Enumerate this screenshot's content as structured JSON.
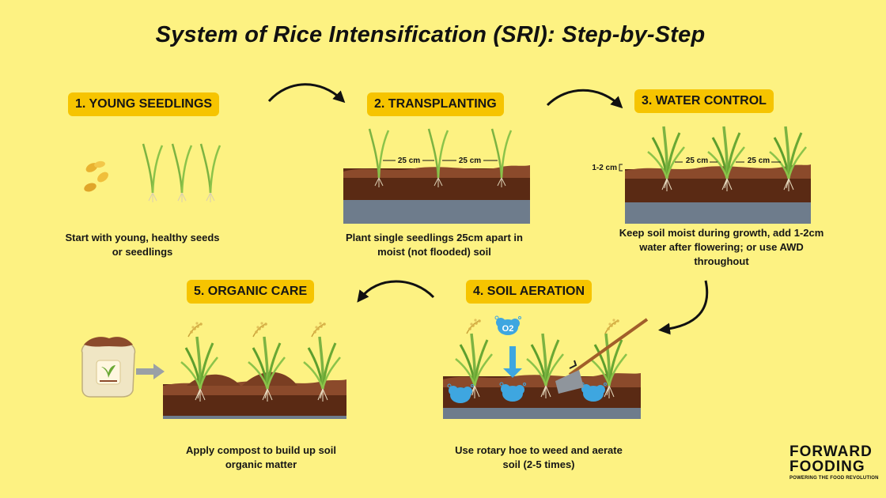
{
  "title": "System of Rice Intensification (SRI): Step-by-Step",
  "steps": [
    {
      "label": "1. YOUNG SEEDLINGS",
      "caption": "Start with young, healthy seeds or seedlings"
    },
    {
      "label": "2. TRANSPLANTING",
      "caption": "Plant single seedlings 25cm apart in moist (not flooded) soil",
      "spacing_labels": [
        "25 cm",
        "25 cm"
      ]
    },
    {
      "label": "3. WATER CONTROL",
      "caption": "Keep soil moist during growth, add 1-2cm water after flowering; or use AWD throughout",
      "water_depth_label": "1-2 cm",
      "spacing_labels": [
        "25 cm",
        "25 cm"
      ]
    },
    {
      "label": "4.  SOIL AERATION",
      "caption": "Use rotary hoe to weed and aerate soil (2-5 times)",
      "oxygen_label": "O2"
    },
    {
      "label": "5.  ORGANIC CARE",
      "caption": "Apply compost to build up soil organic matter"
    }
  ],
  "logo": {
    "line1": "FORWARD",
    "line2": "FOODING",
    "tagline": "POWERING THE FOOD REVOLUTION"
  },
  "colors": {
    "background": "#fdf282",
    "badge": "#f6c400",
    "soil_top": "#8b4a2b",
    "soil_dark": "#5a2a14",
    "water": "#5f6d7d",
    "leaf": "#7cb342",
    "oxygen": "#3ea6e0"
  }
}
